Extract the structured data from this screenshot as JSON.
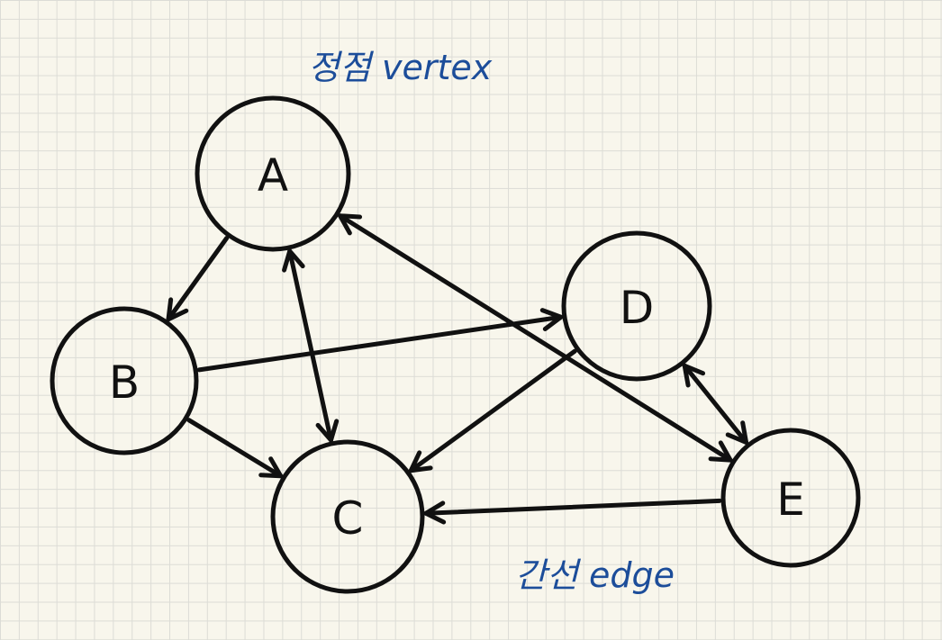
{
  "annotations": {
    "vertex_label": "정점 vertex",
    "edge_label": "간선 edge",
    "color": "#1c4d9a"
  },
  "nodes": [
    {
      "id": "A",
      "label": "A"
    },
    {
      "id": "B",
      "label": "B"
    },
    {
      "id": "C",
      "label": "C"
    },
    {
      "id": "D",
      "label": "D"
    },
    {
      "id": "E",
      "label": "E"
    }
  ],
  "edges": [
    {
      "from": "A",
      "to": "B",
      "directed": "forward"
    },
    {
      "from": "B",
      "to": "D",
      "directed": "forward"
    },
    {
      "from": "B",
      "to": "C",
      "directed": "forward"
    },
    {
      "from": "A",
      "to": "C",
      "directed": "both"
    },
    {
      "from": "A",
      "to": "E",
      "directed": "both"
    },
    {
      "from": "D",
      "to": "C",
      "directed": "forward"
    },
    {
      "from": "D",
      "to": "E",
      "directed": "both"
    },
    {
      "from": "E",
      "to": "C",
      "directed": "forward"
    }
  ]
}
